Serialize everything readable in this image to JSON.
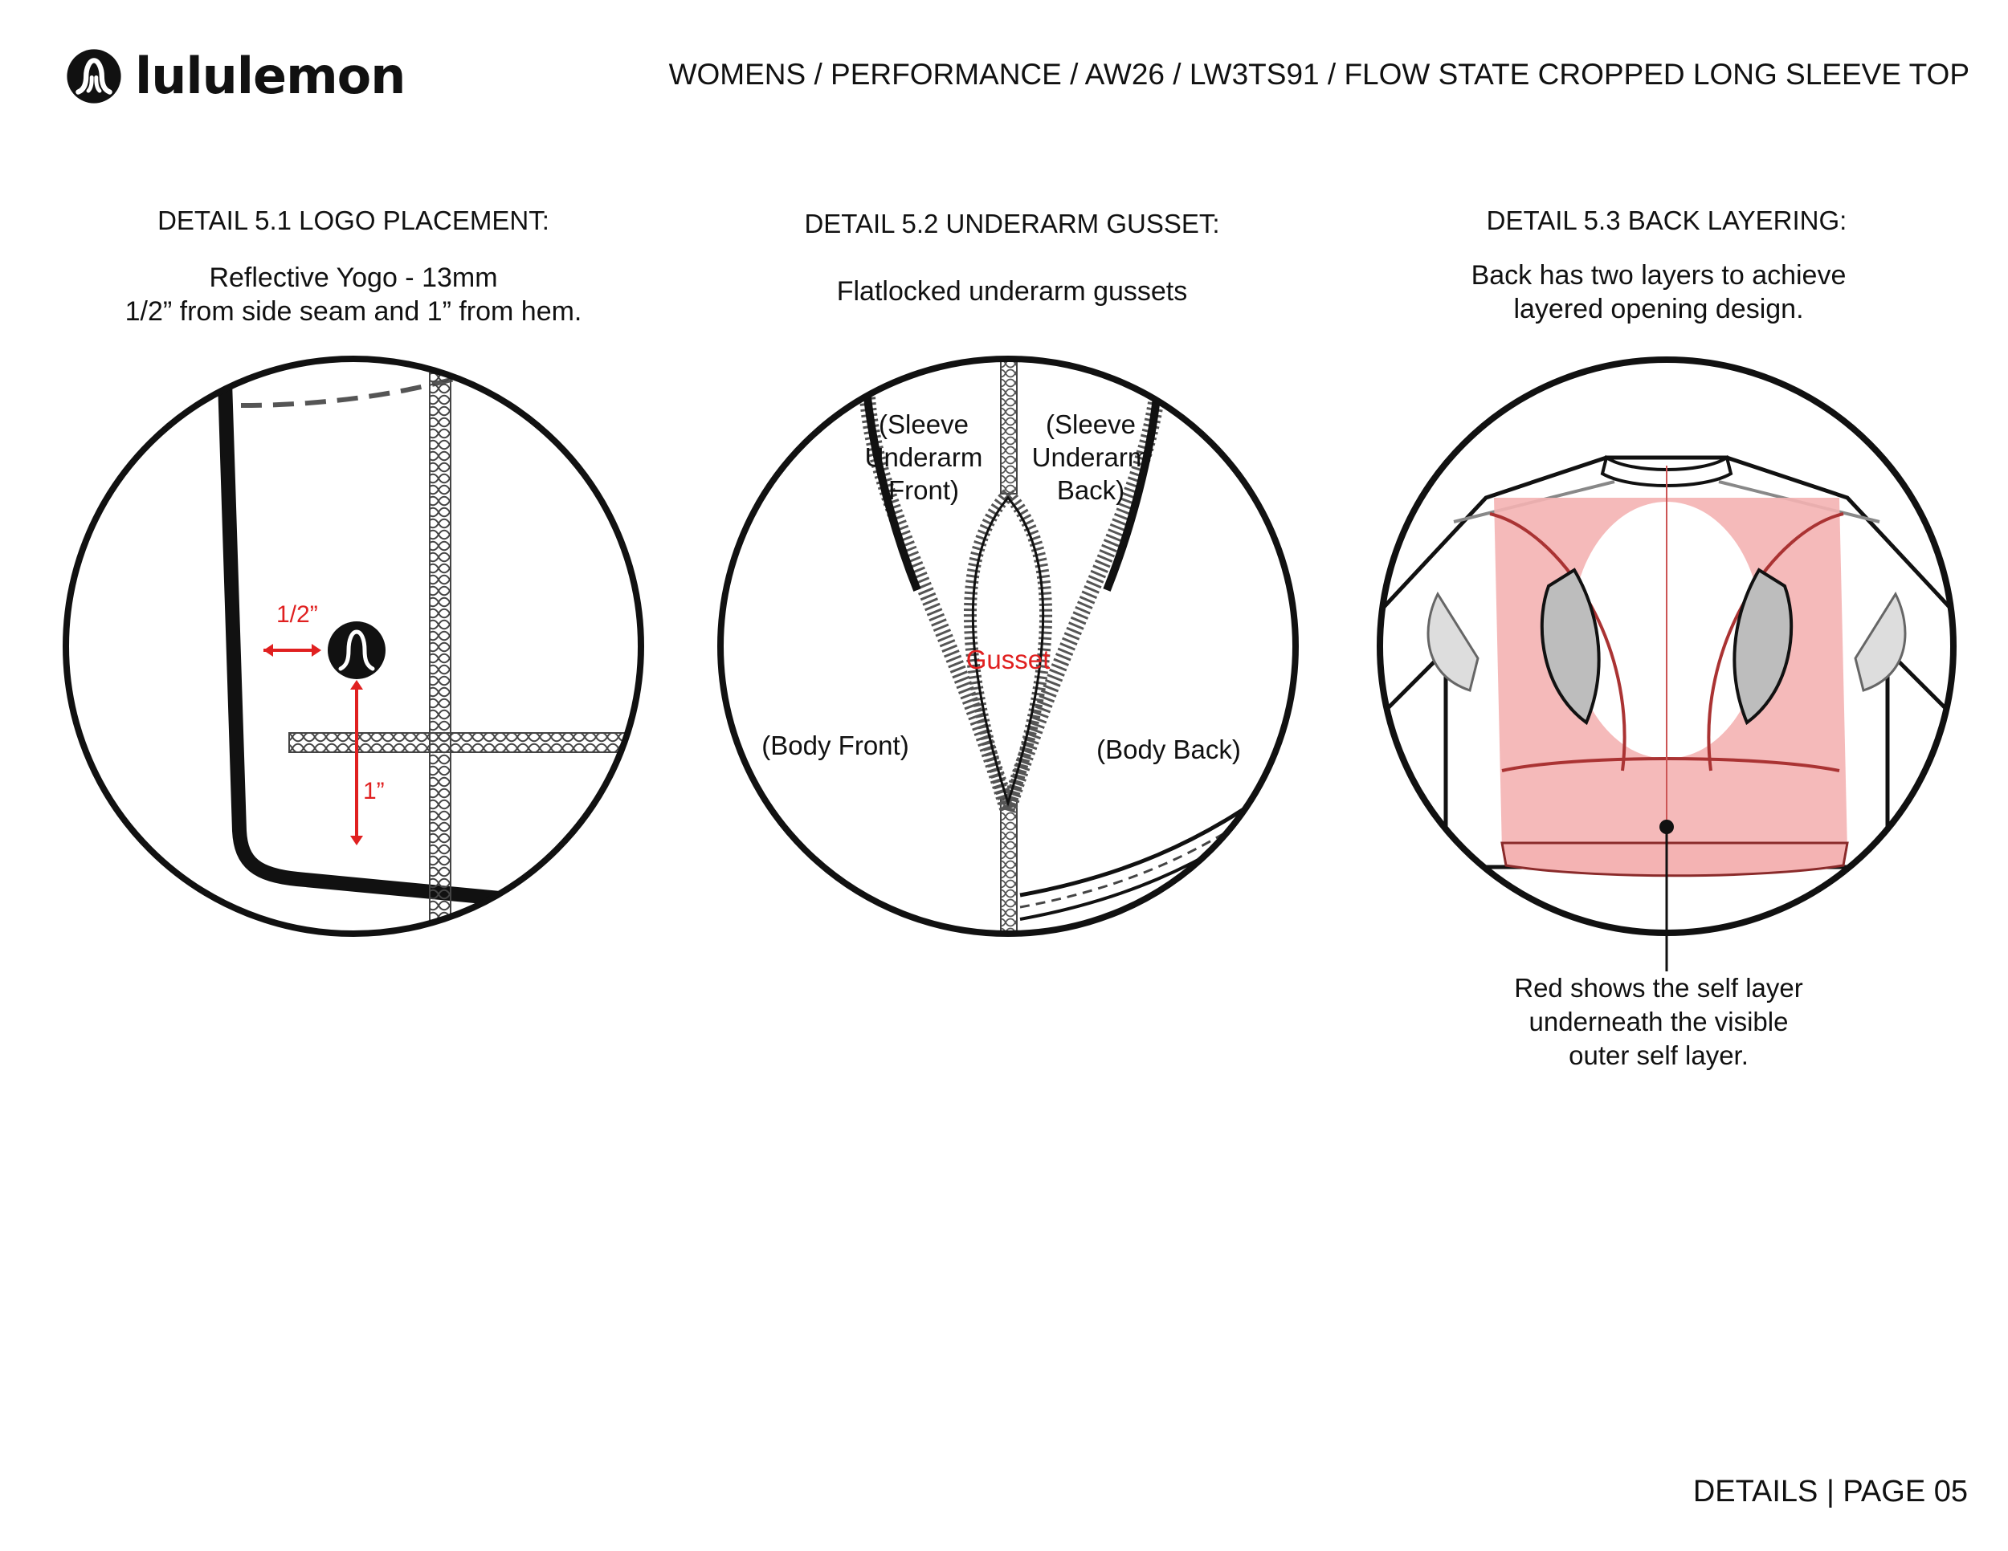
{
  "header": {
    "brand_name": "lululemon",
    "breadcrumb": "WOMENS / PERFORMANCE / AW26 / LW3TS91 / FLOW STATE CROPPED LONG SLEEVE TOP"
  },
  "details": [
    {
      "title": "DETAIL 5.1 LOGO PLACEMENT:",
      "lines": [
        "Reflective Yogo - 13mm",
        "1/2” from side seam and 1” from hem."
      ],
      "labels": {
        "side": "1/2”",
        "hem": "1”"
      }
    },
    {
      "title": "DETAIL 5.2 UNDERARM GUSSET:",
      "lines": [
        "Flatlocked underarm gussets"
      ],
      "labels": {
        "sleeve_front": [
          "(Sleeve",
          "Underarm",
          "Front)"
        ],
        "sleeve_back": [
          "(Sleeve",
          "Underarm",
          "Back)"
        ],
        "gusset": "Gusset",
        "body_front": "(Body Front)",
        "body_back": "(Body Back)"
      }
    },
    {
      "title": "DETAIL 5.3 BACK LAYERING:",
      "lines": [
        "Back has two layers to achieve",
        "layered opening design."
      ],
      "note": [
        "Red shows the self layer",
        "underneath the visible",
        "outer self layer."
      ]
    }
  ],
  "footer": {
    "text": "DETAILS |  PAGE 05"
  },
  "colors": {
    "accent_red": "#e02020",
    "layer_pink": "#f4b3b3",
    "ink": "#111111"
  }
}
